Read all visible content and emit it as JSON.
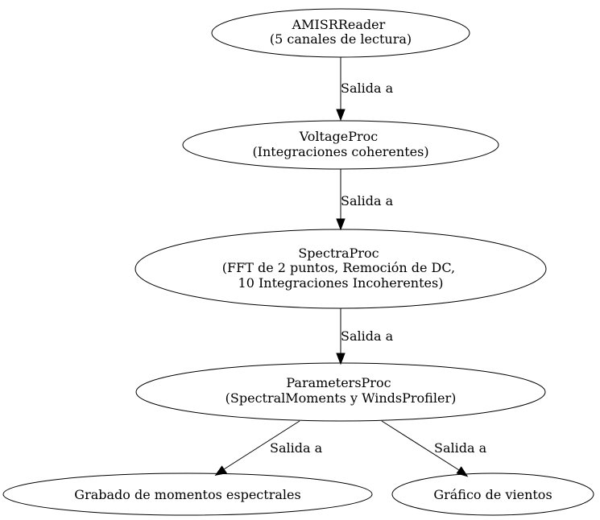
{
  "diagram": {
    "nodes": [
      {
        "id": "amisr-reader",
        "lines": [
          "AMISRReader",
          "(5 canales de lectura)"
        ]
      },
      {
        "id": "voltage-proc",
        "lines": [
          "VoltageProc",
          "(Integraciones coherentes)"
        ]
      },
      {
        "id": "spectra-proc",
        "lines": [
          "SpectraProc",
          "(FFT de 2 puntos, Remoción de DC,",
          "10 Integraciones Incoherentes)"
        ]
      },
      {
        "id": "parameters-proc",
        "lines": [
          "ParametersProc",
          "(SpectralMoments y WindsProfiler)"
        ]
      },
      {
        "id": "spectral-moments-record",
        "lines": [
          "Grabado de momentos espectrales"
        ]
      },
      {
        "id": "wind-plot",
        "lines": [
          "Gráfico de vientos"
        ]
      }
    ],
    "edges": [
      {
        "from": "amisr-reader",
        "to": "voltage-proc",
        "label": "Salida a"
      },
      {
        "from": "voltage-proc",
        "to": "spectra-proc",
        "label": "Salida a"
      },
      {
        "from": "spectra-proc",
        "to": "parameters-proc",
        "label": "Salida a"
      },
      {
        "from": "parameters-proc",
        "to": "spectral-moments-record",
        "label": "Salida a"
      },
      {
        "from": "parameters-proc",
        "to": "wind-plot",
        "label": "Salida a"
      }
    ]
  }
}
